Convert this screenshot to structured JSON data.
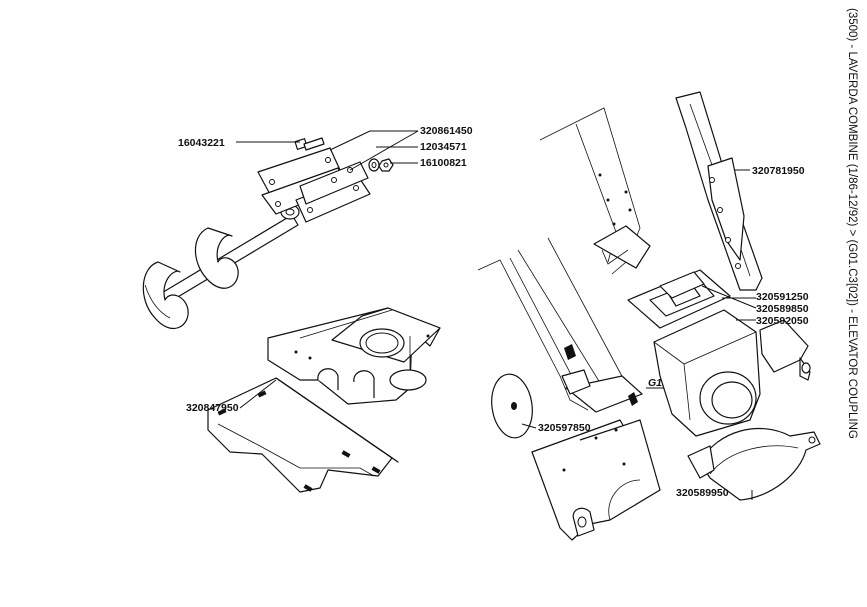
{
  "title": "(3500) - LAVERDA COMBINE (1/86-12/92) > (G01.C3[02]) - ELEVATOR COUPLING",
  "labels": {
    "p16043221": "16043221",
    "p320861450": "320861450",
    "p12034571": "12034571",
    "p16100821": "16100821",
    "p320781950": "320781950",
    "p320591250": "320591250",
    "p320589850": "320589850",
    "p320592050": "320592050",
    "p320847950": "320847950",
    "p320597850": "320597850",
    "p320589950": "320589950",
    "ref_g1c4": "G1.C4"
  }
}
